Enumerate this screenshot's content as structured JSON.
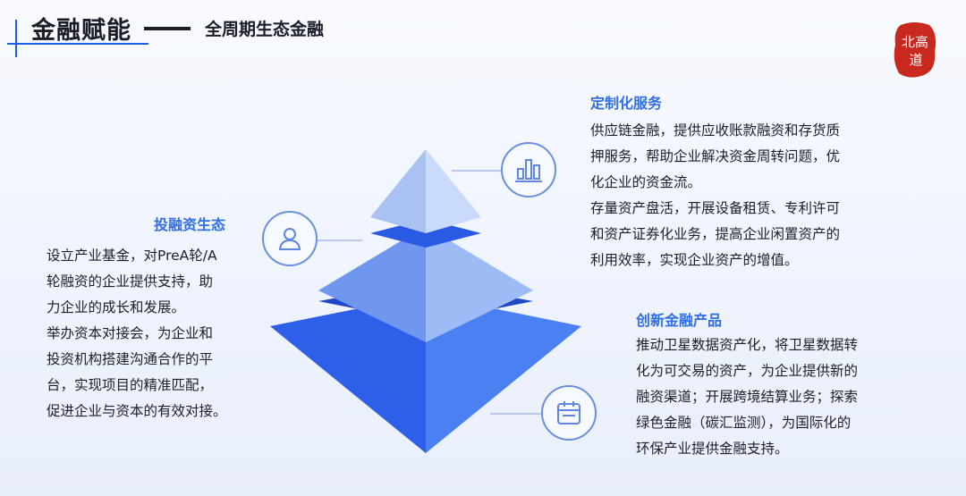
{
  "header": {
    "title": "金融赋能",
    "subtitle": "全周期生态金融"
  },
  "logo": {
    "text": "北高道"
  },
  "sections": {
    "left": {
      "title": "投融资生态",
      "lines": [
        "设立产业基金，对PreA轮/A",
        "轮融资的企业提供支持，助",
        "力企业的成长和发展。",
        "举办资本对接会，为企业和",
        "投资机构搭建沟通合作的平",
        "台，实现项目的精准匹配，",
        "促进企业与资本的有效对接。"
      ]
    },
    "top_right": {
      "title": "定制化服务",
      "lines": [
        "供应链金融，提供应收账款融资和存货质",
        "押服务，帮助企业解决资金周转问题，优",
        "化企业的资金流。",
        "存量资产盘活，开展设备租赁、专利许可",
        "和资产证券化业务，提高企业闲置资产的",
        "利用效率，实现企业资产的增值。"
      ]
    },
    "bottom_right": {
      "title": "创新金融产品",
      "lines": [
        "推动卫星数据资产化，将卫星数据转",
        "化为可交易的资产，为企业提供新的",
        "融资渠道；开展跨境结算业务；探索",
        "绿色金融（碳汇监测），为国际化的",
        "环保产业提供金融支持。"
      ]
    }
  },
  "icons": [
    "user-icon",
    "bar-chart-icon",
    "calendar-icon"
  ],
  "colors": {
    "accent": "#2f6fe6",
    "pyramid_dark": "#2e63e8",
    "pyramid_light": "#a8c6f8"
  }
}
